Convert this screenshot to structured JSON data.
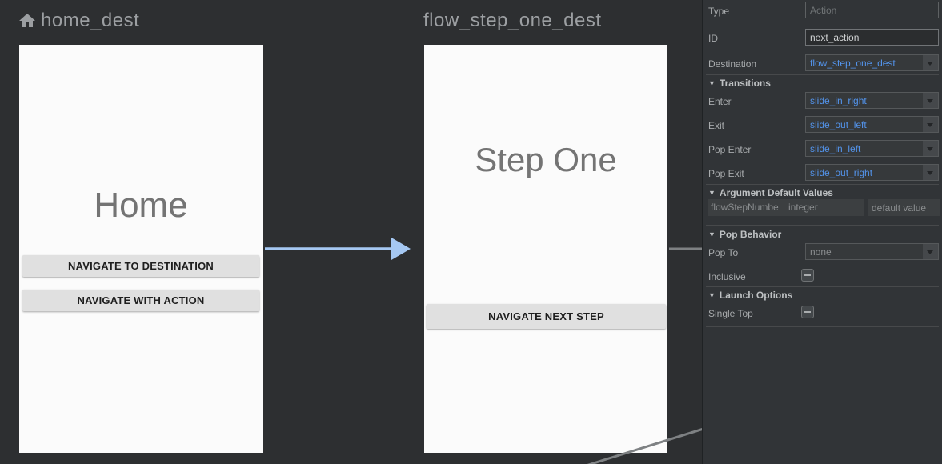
{
  "canvas": {
    "home": {
      "title": "home_dest",
      "screen_label": "Home",
      "button1": "NAVIGATE TO DESTINATION",
      "button2": "NAVIGATE WITH ACTION"
    },
    "step_one": {
      "title": "flow_step_one_dest",
      "screen_label": "Step One",
      "button1": "NAVIGATE NEXT STEP"
    }
  },
  "panel": {
    "type_label": "Type",
    "type_placeholder": "Action",
    "id_label": "ID",
    "id_value": "next_action",
    "destination_label": "Destination",
    "destination_value": "flow_step_one_dest",
    "transitions": {
      "header": "Transitions",
      "enter_label": "Enter",
      "enter_value": "slide_in_right",
      "exit_label": "Exit",
      "exit_value": "slide_out_left",
      "pop_enter_label": "Pop Enter",
      "pop_enter_value": "slide_in_left",
      "pop_exit_label": "Pop Exit",
      "pop_exit_value": "slide_out_right"
    },
    "arguments": {
      "header": "Argument Default Values",
      "name": "flowStepNumbe",
      "type": "integer",
      "default_placeholder": "default value"
    },
    "pop_behavior": {
      "header": "Pop Behavior",
      "pop_to_label": "Pop To",
      "pop_to_value": "none",
      "inclusive_label": "Inclusive"
    },
    "launch_options": {
      "header": "Launch Options",
      "single_top_label": "Single Top"
    }
  },
  "icons": {
    "collapse": "▼"
  },
  "colors": {
    "selected_action_blue": "#a5c8f3",
    "action_line_gray": "#7e8183",
    "link_text_blue": "#5394ec",
    "canvas_background": "#2d2f31",
    "panel_background": "#313437",
    "screen_background": "#fbfbfb"
  }
}
